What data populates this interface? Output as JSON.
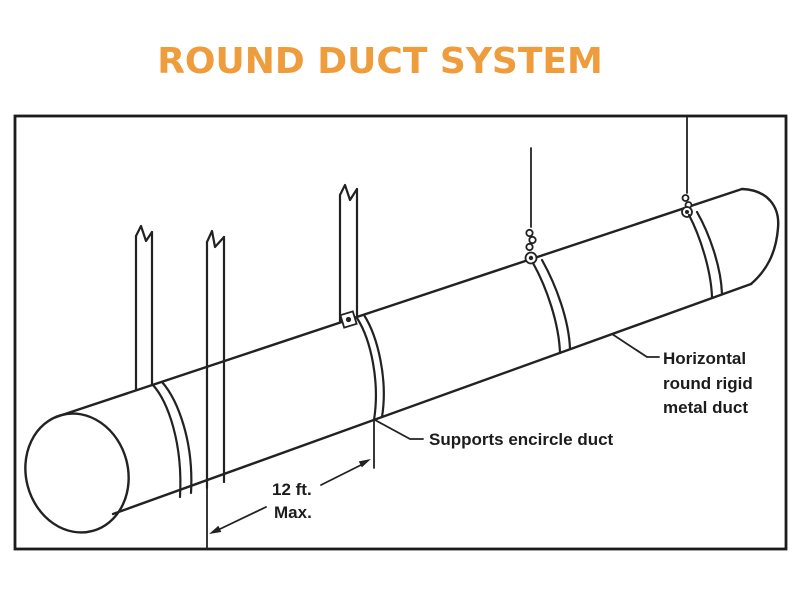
{
  "title": "ROUND DUCT SYSTEM",
  "colors": {
    "accent": "#EE9C3C",
    "ink": "#222222",
    "background": "#FFFFFF"
  },
  "diagram": {
    "duct_label": {
      "line1": "Horizontal",
      "line2": "round rigid",
      "line3": "metal duct"
    },
    "supports_label": "Supports encircle duct",
    "dimension": {
      "value": "12 ft.",
      "qualifier": "Max."
    }
  }
}
